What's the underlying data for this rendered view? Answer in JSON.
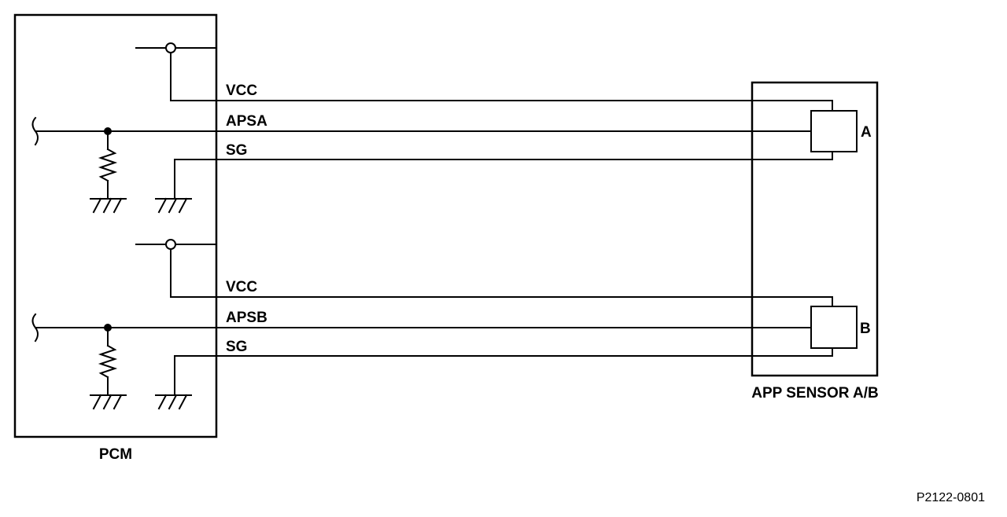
{
  "pcm_label": "PCM",
  "sensor_label": "APP SENSOR A/B",
  "figure_id": "P2122-0801",
  "circuits": [
    {
      "vcc_label": "VCC",
      "signal_label": "APSA",
      "ground_label": "SG",
      "sensor_element_label": "A"
    },
    {
      "vcc_label": "VCC",
      "signal_label": "APSB",
      "ground_label": "SG",
      "sensor_element_label": "B"
    }
  ],
  "icons": {
    "terminal": "open-circle-terminal-icon",
    "junction": "junction-dot-icon",
    "resistor": "resistor-icon",
    "ground": "ground-icon",
    "break": "wire-break-icon"
  }
}
